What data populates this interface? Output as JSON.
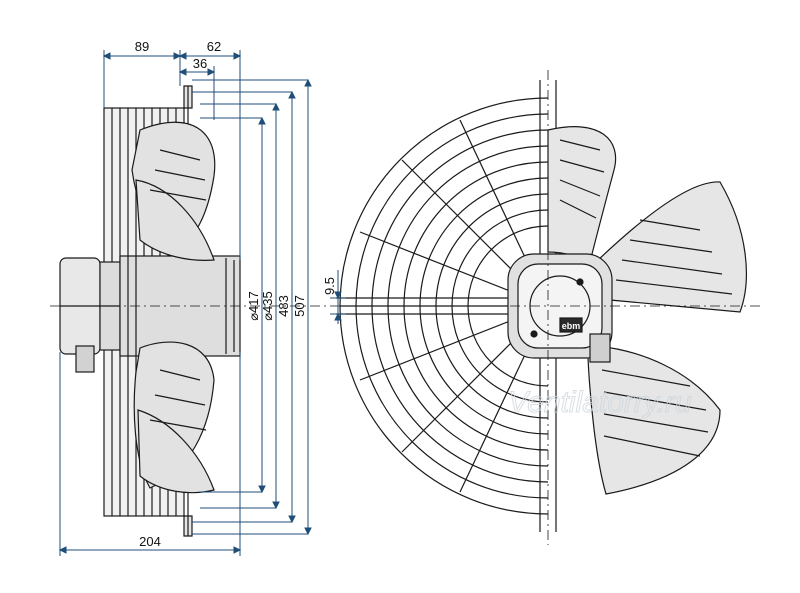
{
  "dimensions": {
    "top_89": "89",
    "top_62": "62",
    "top_36": "36",
    "bottom_204": "204",
    "dia_417": "⌀417",
    "dia_435": "⌀435",
    "dia_483": "483",
    "dia_507": "507",
    "shaft_9_5": "9.5"
  },
  "watermark": "Ventilatorry.ru",
  "brand_badge": "ebm",
  "colors": {
    "dimension_line": "#1f4e79",
    "outline": "#1a1a1a",
    "grey_fill": "#d9d9d9"
  }
}
